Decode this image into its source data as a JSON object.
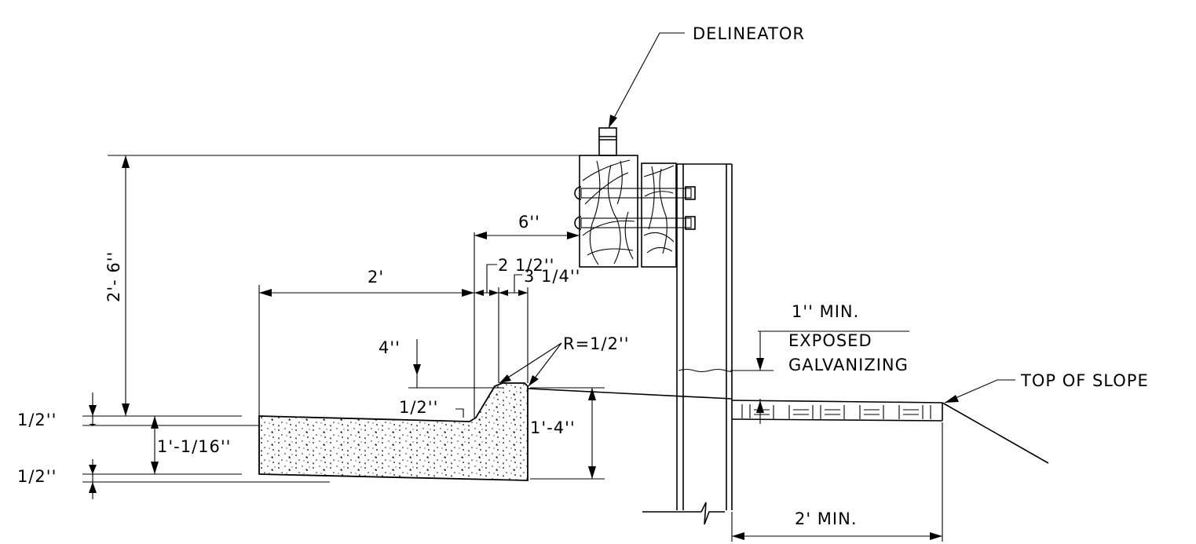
{
  "labels": {
    "delineator": "DELINEATOR",
    "top_of_slope": "TOP OF SLOPE",
    "exposed_1": "1'' MIN.",
    "exposed_2": "EXPOSED",
    "exposed_3": "GALVANIZING",
    "radius": "R=1/2''"
  },
  "dimensions": {
    "total_height": "2'- 6''",
    "offset_6in": "6''",
    "offset_2_1_2": "2 1/2''",
    "offset_3_1_4": "3 1/4''",
    "width_2ft": "2'",
    "depth_4in": "4''",
    "half_inch_lip": "1/2''",
    "half_inch_top": "1/2''",
    "half_inch_bottom": "1/2''",
    "slab_thickness": "1'-1/16''",
    "curb_height": "1'-4''",
    "min_2ft": "2' MIN."
  },
  "colors": {
    "ink": "#000000",
    "paper": "#ffffff"
  }
}
